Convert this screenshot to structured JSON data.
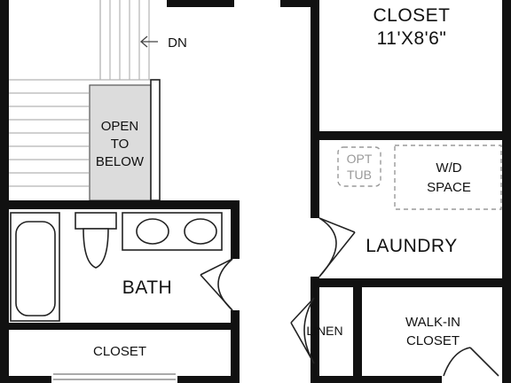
{
  "rooms": {
    "closet_top": {
      "name": "CLOSET",
      "size": "11'X8'6\""
    },
    "dn": {
      "label": "DN"
    },
    "open_to_below": {
      "line1": "OPEN",
      "line2": "TO",
      "line3": "BELOW"
    },
    "opt_tub": {
      "line1": "OPT",
      "line2": "TUB"
    },
    "wd_space": {
      "line1": "W/D",
      "line2": "SPACE"
    },
    "laundry": {
      "name": "LAUNDRY"
    },
    "bath": {
      "name": "BATH"
    },
    "linen": {
      "name": "LINEN"
    },
    "walk_in_closet": {
      "line1": "WALK-IN",
      "line2": "CLOSET"
    },
    "closet_bottom": {
      "name": "CLOSET"
    }
  },
  "colors": {
    "wall": "#111111",
    "open_to_below_fill": "#dcdcdc",
    "dashed_outline": "#9a9a9a"
  }
}
